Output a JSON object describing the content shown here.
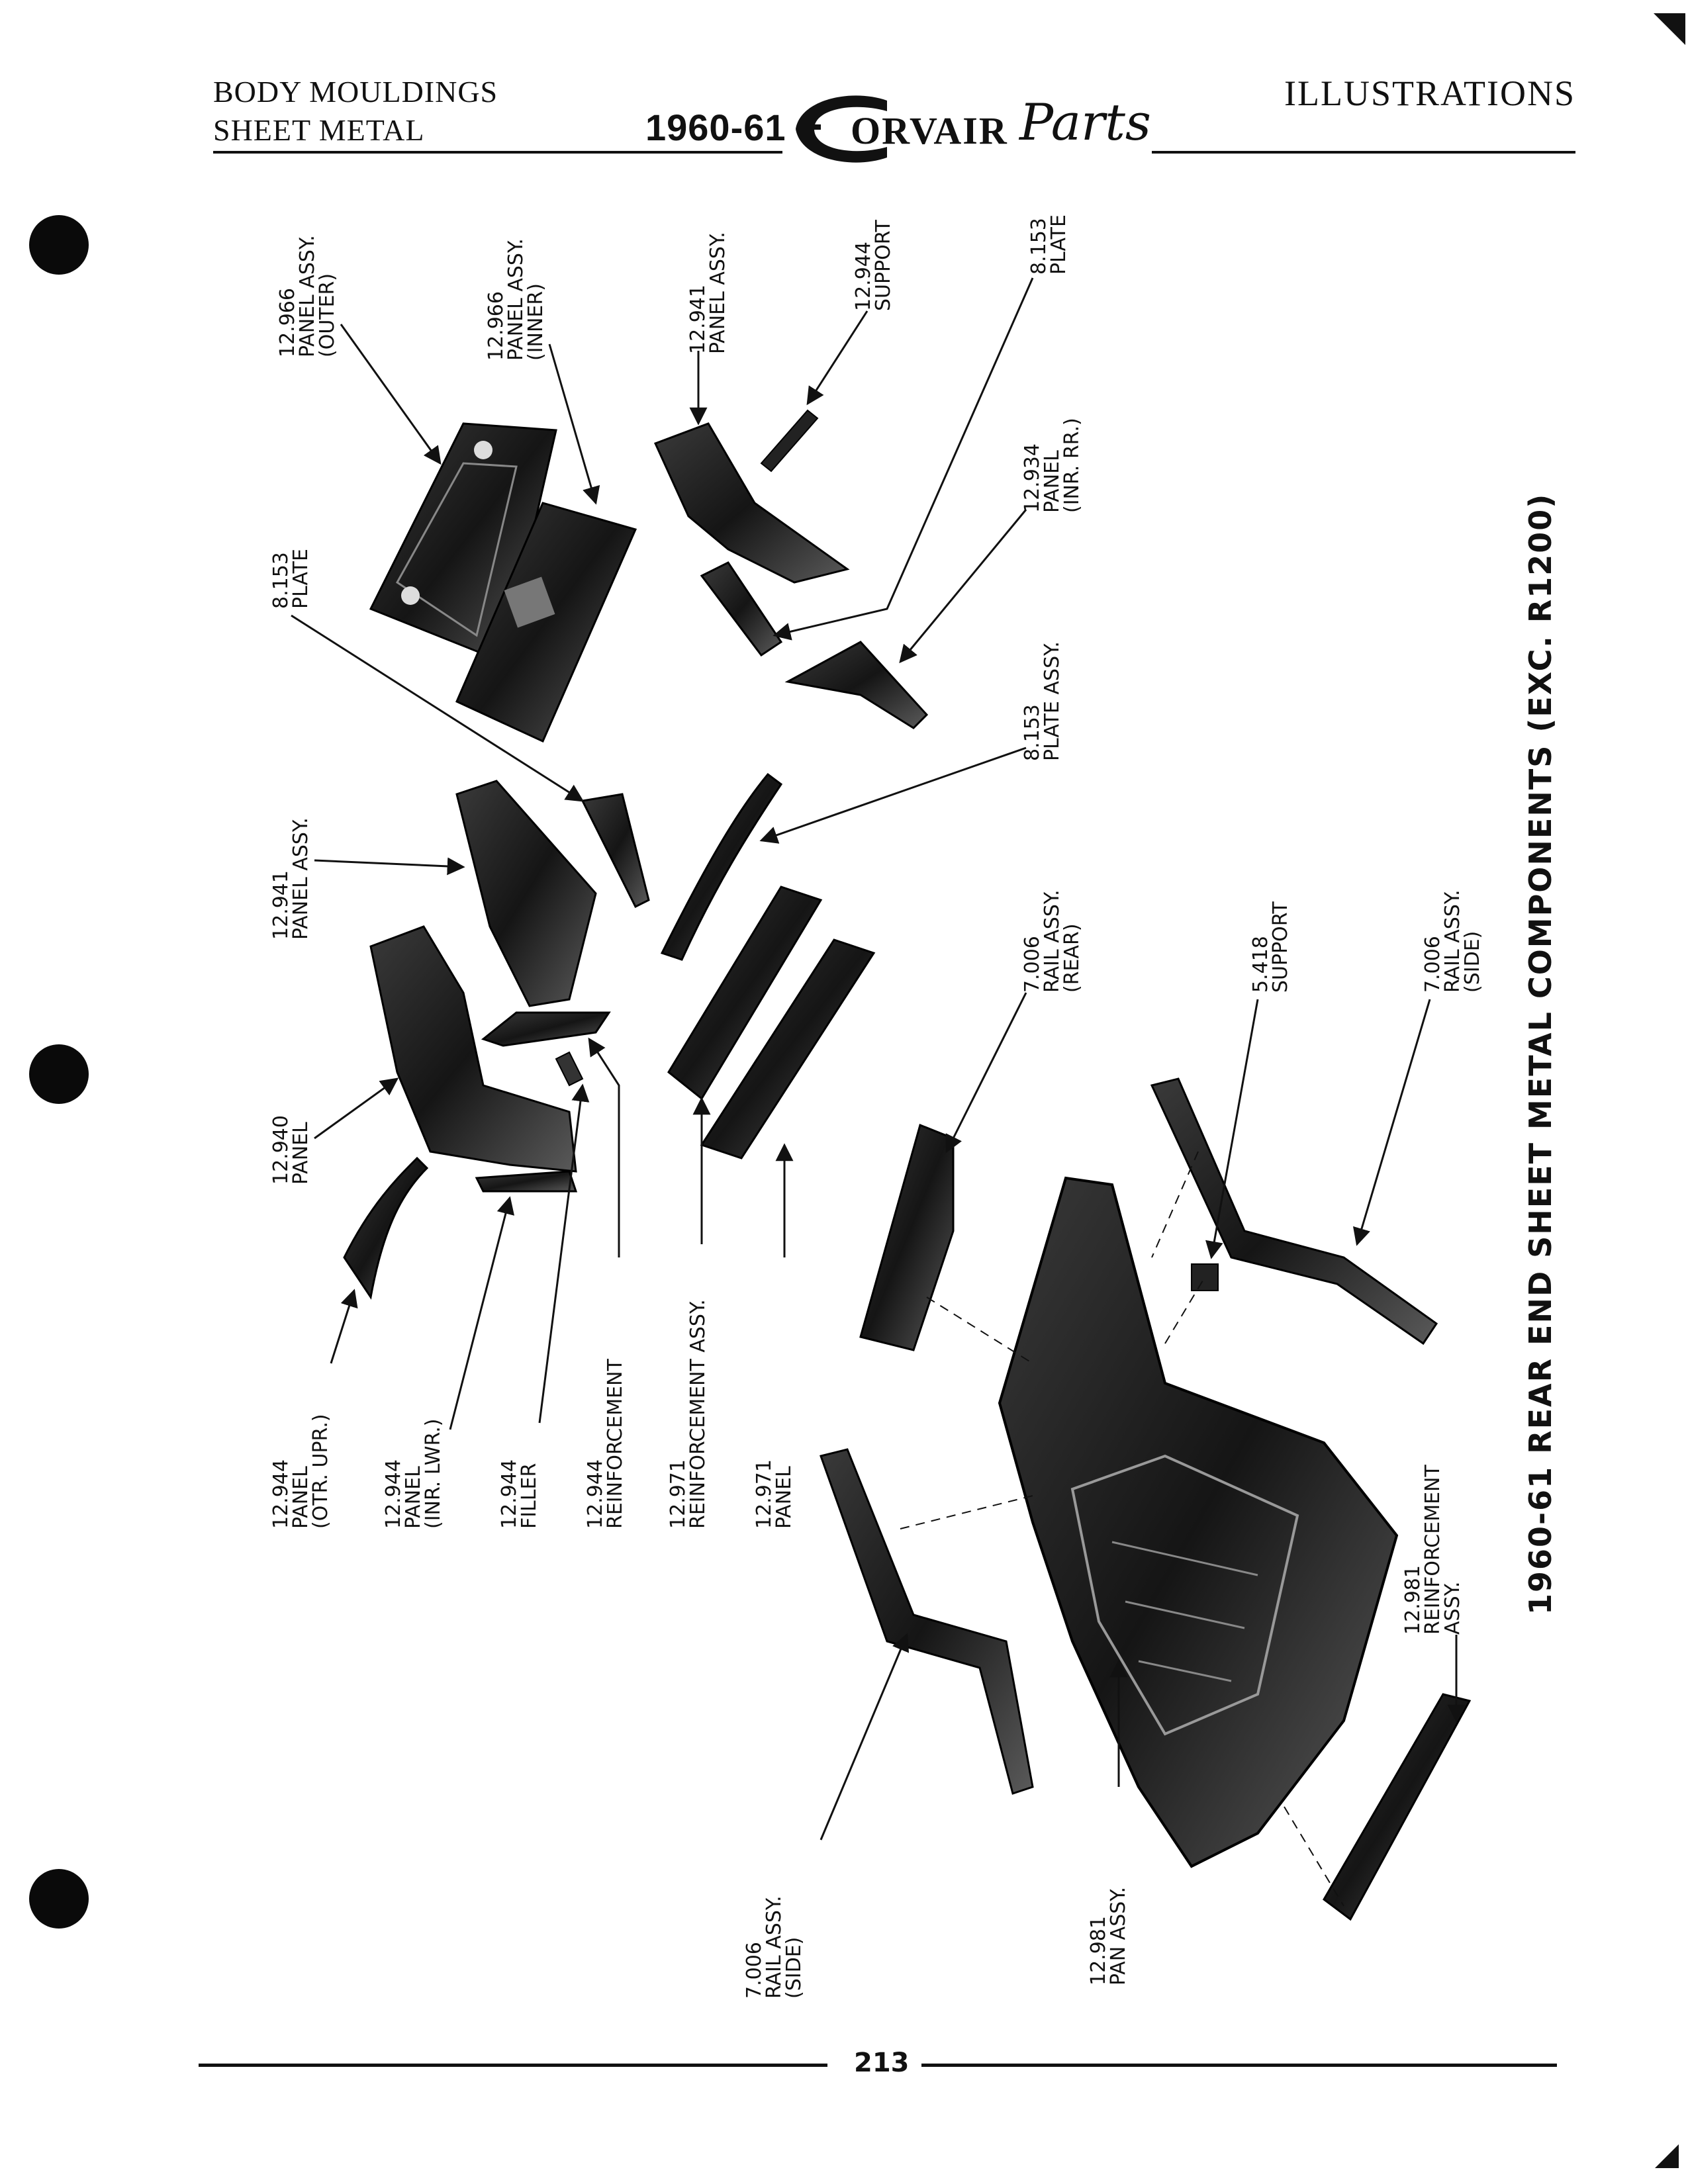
{
  "header": {
    "left_line1": "BODY MOULDINGS",
    "left_line2": "SHEET METAL",
    "logo_year": "1960-61",
    "logo_word": "ORVAIR",
    "logo_parts": "Parts",
    "right": "ILLUSTRATIONS"
  },
  "title": "1960-61 REAR END SHEET METAL COMPONENTS (EXC. R1200)",
  "labels": [
    {
      "id": "l1",
      "lines": [
        "12.966",
        "PANEL ASSY.",
        "(OUTER)"
      ]
    },
    {
      "id": "l2",
      "lines": [
        "12.966",
        "PANEL ASSY.",
        "(INNER)"
      ]
    },
    {
      "id": "l3",
      "lines": [
        "12.941",
        "PANEL ASSY."
      ]
    },
    {
      "id": "l4",
      "lines": [
        "12.944",
        "SUPPORT"
      ]
    },
    {
      "id": "l5",
      "lines": [
        "8.153",
        "PLATE"
      ]
    },
    {
      "id": "l6",
      "lines": [
        "12.934",
        "PANEL",
        "(INR. RR.)"
      ]
    },
    {
      "id": "l7",
      "lines": [
        "8.153",
        "PLATE"
      ]
    },
    {
      "id": "l8",
      "lines": [
        "8.153",
        "PLATE ASSY."
      ]
    },
    {
      "id": "l9",
      "lines": [
        "12.941",
        "PANEL ASSY."
      ]
    },
    {
      "id": "l10",
      "lines": [
        "12.940",
        "PANEL"
      ]
    },
    {
      "id": "l11",
      "lines": [
        "7.006",
        "RAIL ASSY.",
        "(REAR)"
      ]
    },
    {
      "id": "l12",
      "lines": [
        "5.418",
        "SUPPORT"
      ]
    },
    {
      "id": "l13",
      "lines": [
        "7.006",
        "RAIL ASSY.",
        "(SIDE)"
      ]
    },
    {
      "id": "l14",
      "lines": [
        "12.944",
        "PANEL",
        "(OTR. UPR.)"
      ]
    },
    {
      "id": "l15",
      "lines": [
        "12.944",
        "PANEL",
        "(INR. LWR.)"
      ]
    },
    {
      "id": "l16",
      "lines": [
        "12.944",
        "FILLER"
      ]
    },
    {
      "id": "l17",
      "lines": [
        "12.944",
        "REINFORCEMENT"
      ]
    },
    {
      "id": "l18",
      "lines": [
        "12.971",
        "REINFORCEMENT ASSY."
      ]
    },
    {
      "id": "l19",
      "lines": [
        "12.971",
        "PANEL"
      ]
    },
    {
      "id": "l20",
      "lines": [
        "12.981",
        "REINFORCEMENT",
        "ASSY."
      ]
    },
    {
      "id": "l21",
      "lines": [
        "7.006",
        "RAIL ASSY.",
        "(SIDE)"
      ]
    },
    {
      "id": "l22",
      "lines": [
        "12.981",
        "PAN ASSY."
      ]
    }
  ],
  "footer": {
    "page_number": "213"
  }
}
